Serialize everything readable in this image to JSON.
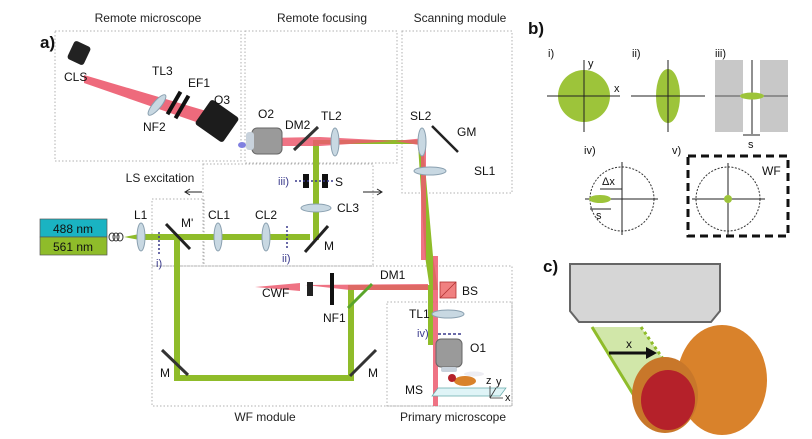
{
  "panels": {
    "a": "a)",
    "b": "b)",
    "c": "c)"
  },
  "sections": {
    "remote_microscope": "Remote microscope",
    "remote_focusing": "Remote focusing",
    "scanning_module": "Scanning module",
    "ls_excitation": "LS excitation",
    "wf_module": "WF module",
    "primary_microscope": "Primary microscope"
  },
  "lasers": [
    {
      "label": "488 nm",
      "color": "#1ab3c2"
    },
    {
      "label": "561 nm",
      "color": "#8fbc2a"
    }
  ],
  "components": {
    "CLS": "CLS",
    "TL3": "TL3",
    "EF1": "EF1",
    "NF2": "NF2",
    "O3": "O3",
    "O2": "O2",
    "DM2": "DM2",
    "TL2": "TL2",
    "SL2": "SL2",
    "GM": "GM",
    "SL1": "SL1",
    "L1": "L1",
    "M_prime": "M'",
    "CL1": "CL1",
    "CL2": "CL2",
    "CL3": "CL3",
    "S": "S",
    "M_cl": "M",
    "CWF": "CWF",
    "NF1": "NF1",
    "DM1": "DM1",
    "BS": "BS",
    "TL1": "TL1",
    "O1": "O1",
    "MS": "MS",
    "M_left": "M",
    "M_right": "M"
  },
  "planes": {
    "i": "i)",
    "ii": "ii)",
    "iii": "iii)",
    "iv": "iv)"
  },
  "axes_triad": {
    "z": "z",
    "y": "y",
    "x": "x"
  },
  "colors": {
    "excitation_green": "#8fbc2a",
    "emission_red": "#ec5a6e",
    "laser_cyan": "#1ab3c2",
    "fly_orange": "#d9822b",
    "fly_eye": "#b5212a"
  },
  "panel_b": {
    "items": [
      {
        "label": "i)",
        "axis_x": "x",
        "axis_y": "y"
      },
      {
        "label": "ii)"
      },
      {
        "label": "iii)",
        "gap_label": "s"
      },
      {
        "label": "iv)",
        "dx_label": "Δx",
        "s_label": "s"
      },
      {
        "label": "v)",
        "wf_label": "WF"
      }
    ]
  },
  "panel_c": {
    "scan_label": "x"
  }
}
